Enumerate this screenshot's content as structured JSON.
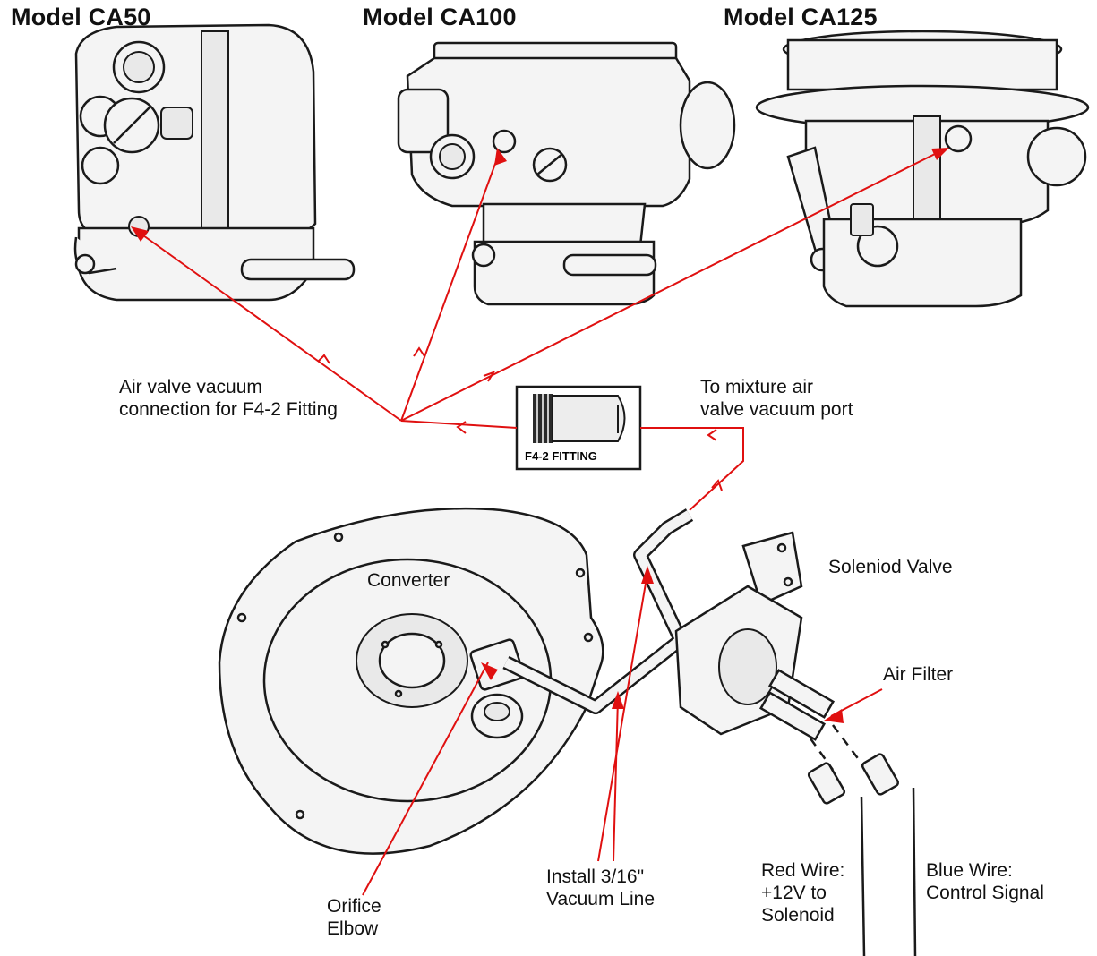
{
  "titles": {
    "ca50": "Model CA50",
    "ca100": "Model CA100",
    "ca125": "Model CA125"
  },
  "labels": {
    "air_valve_line1": "Air valve vacuum",
    "air_valve_line2": "connection for F4-2 Fitting",
    "mixture_line1": "To mixture air",
    "mixture_line2": "valve vacuum port",
    "fitting": "F4-2 FITTING",
    "converter": "Converter",
    "solenoid_valve": "Soleniod Valve",
    "air_filter": "Air Filter",
    "install_line1": "Install 3/16\"",
    "install_line2": "Vacuum Line",
    "orifice_line1": "Orifice",
    "orifice_line2": "Elbow",
    "red_wire_line1": "Red Wire:",
    "red_wire_line2": "+12V to",
    "red_wire_line3": "Solenoid",
    "blue_wire_line1": "Blue Wire:",
    "blue_wire_line2": "Control Signal"
  },
  "colors": {
    "arrow": "#e01010",
    "ink": "#1a1a1a"
  }
}
